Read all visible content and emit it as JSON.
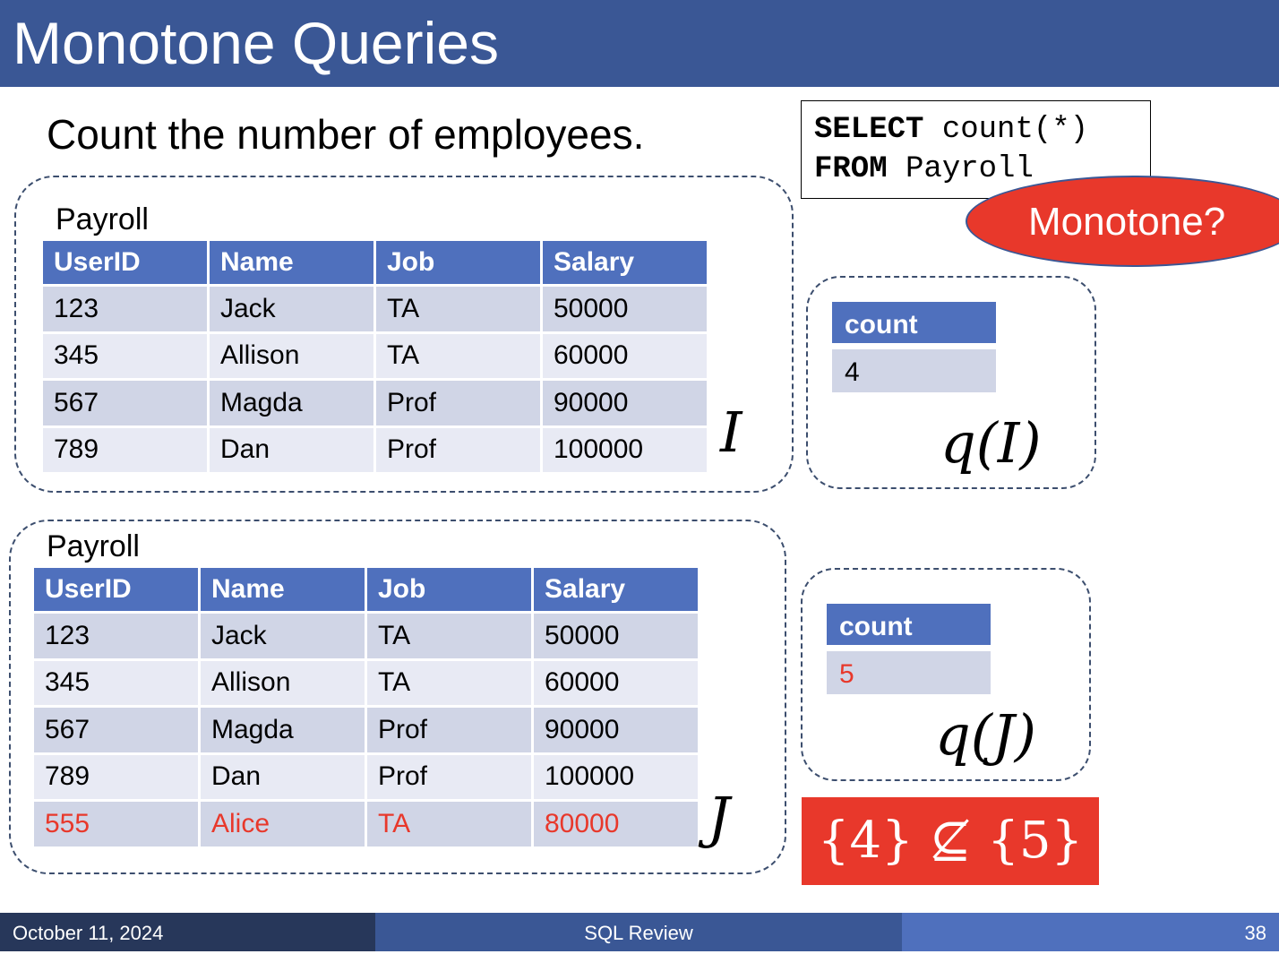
{
  "title": "Monotone Queries",
  "subtitle": "Count the number of employees.",
  "sql": {
    "kw1": "SELECT",
    "rest1": " count(*)",
    "kw2": "FROM",
    "rest2": " Payroll"
  },
  "callout": "Monotone?",
  "instance_I": {
    "label": "Payroll",
    "headers": [
      "UserID",
      "Name",
      "Job",
      "Salary"
    ],
    "rows": [
      [
        "123",
        "Jack",
        "TA",
        "50000"
      ],
      [
        "345",
        "Allison",
        "TA",
        "60000"
      ],
      [
        "567",
        "Magda",
        "Prof",
        "90000"
      ],
      [
        "789",
        "Dan",
        "Prof",
        "100000"
      ]
    ],
    "symbol": "I"
  },
  "instance_J": {
    "label": "Payroll",
    "headers": [
      "UserID",
      "Name",
      "Job",
      "Salary"
    ],
    "rows": [
      [
        "123",
        "Jack",
        "TA",
        "50000"
      ],
      [
        "345",
        "Allison",
        "TA",
        "60000"
      ],
      [
        "567",
        "Magda",
        "Prof",
        "90000"
      ],
      [
        "789",
        "Dan",
        "Prof",
        "100000"
      ],
      [
        "555",
        "Alice",
        "TA",
        "80000"
      ]
    ],
    "symbol": "J",
    "highlight_color": "#e8382b"
  },
  "result_I": {
    "header": "count",
    "value": "4",
    "label": "q(I)"
  },
  "result_J": {
    "header": "count",
    "value": "5",
    "label": "q(J)",
    "value_color": "#e8382b"
  },
  "conclusion": "{4} ⊈ {5}",
  "footer": {
    "date": "October 11, 2024",
    "course": "SQL Review",
    "page": "38"
  },
  "colors": {
    "title_bar": "#3a5795",
    "header_cell": "#4f70bd",
    "row_dark": "#d0d5e6",
    "row_light": "#e8eaf4",
    "accent_red": "#e8382b"
  }
}
